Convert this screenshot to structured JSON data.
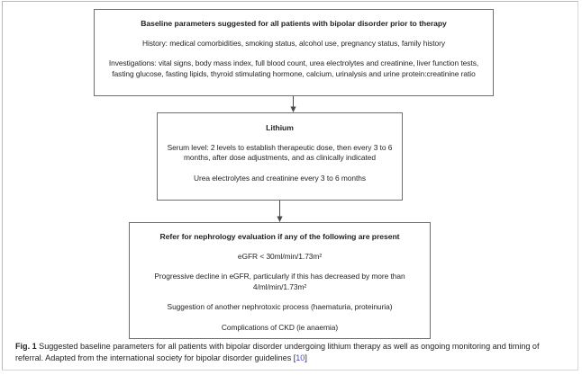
{
  "figure": {
    "nodes": [
      {
        "id": "baseline",
        "title": "Baseline parameters suggested for all patients with bipolar disorder prior to therapy",
        "lines": [
          "History: medical comorbidities, smoking status, alcohol use, pregnancy status, family history",
          "Investigations: vital signs, body mass index, full blood count, urea electrolytes and creatinine, liver function tests, fasting glucose, fasting lipids, thyroid stimulating hormone, calcium, urinalysis and urine protein:creatinine ratio"
        ]
      },
      {
        "id": "lithium",
        "title": "Lithium",
        "lines": [
          "Serum level: 2 levels to establish therapeutic dose, then every 3 to 6 months, after dose adjustments, and as clinically indicated",
          "Urea electrolytes and creatinine every 3 to 6 months"
        ]
      },
      {
        "id": "refer",
        "title": "Refer for nephrology evaluation if any of the following are present",
        "lines": [
          "eGFR < 30ml/min/1.73m²",
          "Progressive decline in eGFR, particularly if this has decreased by more than 4/ml/min/1.73m²",
          "Suggestion of another nephrotoxic process (haematuria, proteinuria)",
          "Complications of CKD (ie anaemia)"
        ]
      }
    ],
    "connectors": [
      {
        "id": "baseline-to-lithium",
        "direction": "down"
      },
      {
        "id": "lithium-to-refer",
        "direction": "down"
      }
    ]
  },
  "caption": {
    "label": "Fig. 1",
    "text_before": "Suggested baseline parameters for all patients with bipolar disorder undergoing lithium therapy as well as ongoing monitoring and timing of referral. Adapted from the international society for bipolar disorder guidelines [",
    "citation": "10",
    "text_after": "]"
  },
  "colors": {
    "text": "#231f20",
    "box_border": "#6f6f6f",
    "frame_border": "#b9b9b9",
    "link": "#4b4bc6"
  }
}
